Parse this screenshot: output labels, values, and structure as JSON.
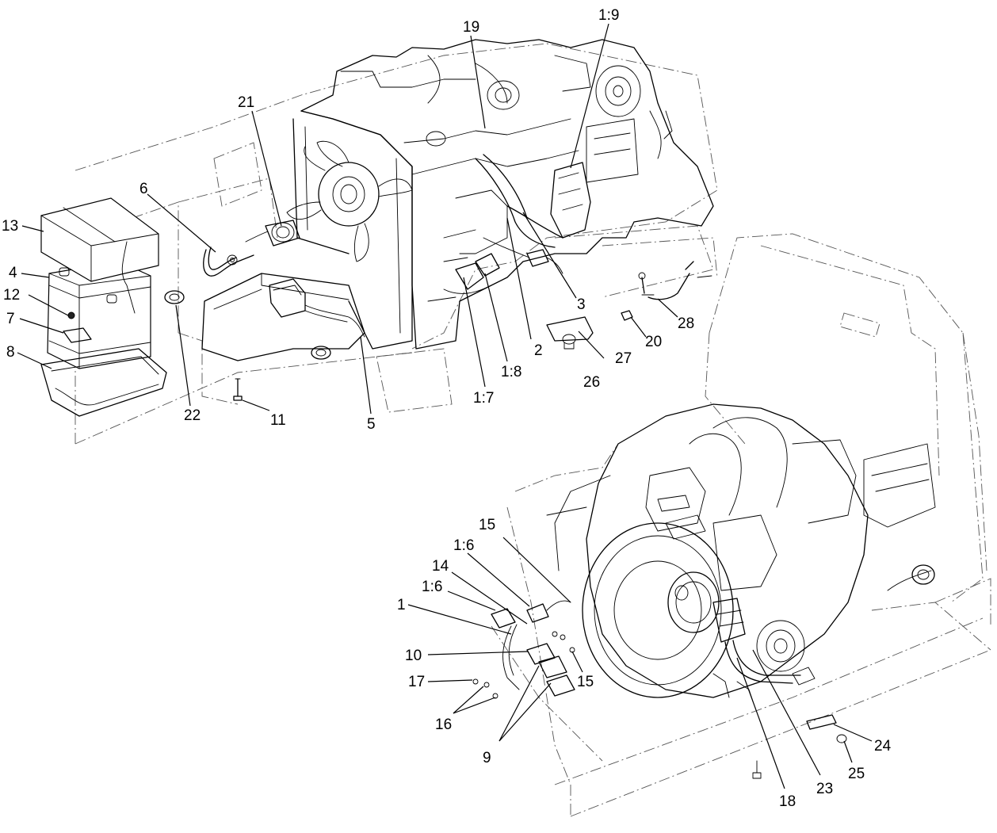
{
  "diagram": {
    "callouts": [
      {
        "id": "c19",
        "text": "19"
      },
      {
        "id": "c1-9",
        "text": "1:9"
      },
      {
        "id": "c21",
        "text": "21"
      },
      {
        "id": "c6",
        "text": "6"
      },
      {
        "id": "c13",
        "text": "13"
      },
      {
        "id": "c4",
        "text": "4"
      },
      {
        "id": "c12",
        "text": "12"
      },
      {
        "id": "c7",
        "text": "7"
      },
      {
        "id": "c8",
        "text": "8"
      },
      {
        "id": "c22",
        "text": "22"
      },
      {
        "id": "c11",
        "text": "11"
      },
      {
        "id": "c5",
        "text": "5"
      },
      {
        "id": "c1-7",
        "text": "1:7"
      },
      {
        "id": "c1-8",
        "text": "1:8"
      },
      {
        "id": "c2",
        "text": "2"
      },
      {
        "id": "c3",
        "text": "3"
      },
      {
        "id": "c26",
        "text": "26"
      },
      {
        "id": "c27",
        "text": "27"
      },
      {
        "id": "c20",
        "text": "20"
      },
      {
        "id": "c28",
        "text": "28"
      },
      {
        "id": "c15a",
        "text": "15"
      },
      {
        "id": "c1-6a",
        "text": "1:6"
      },
      {
        "id": "c14",
        "text": "14"
      },
      {
        "id": "c1-6b",
        "text": "1:6"
      },
      {
        "id": "c1",
        "text": "1"
      },
      {
        "id": "c10",
        "text": "10"
      },
      {
        "id": "c17",
        "text": "17"
      },
      {
        "id": "c15b",
        "text": "15"
      },
      {
        "id": "c16",
        "text": "16"
      },
      {
        "id": "c9",
        "text": "9"
      },
      {
        "id": "c18",
        "text": "18"
      },
      {
        "id": "c23",
        "text": "23"
      },
      {
        "id": "c25",
        "text": "25"
      },
      {
        "id": "c24",
        "text": "24"
      }
    ]
  }
}
